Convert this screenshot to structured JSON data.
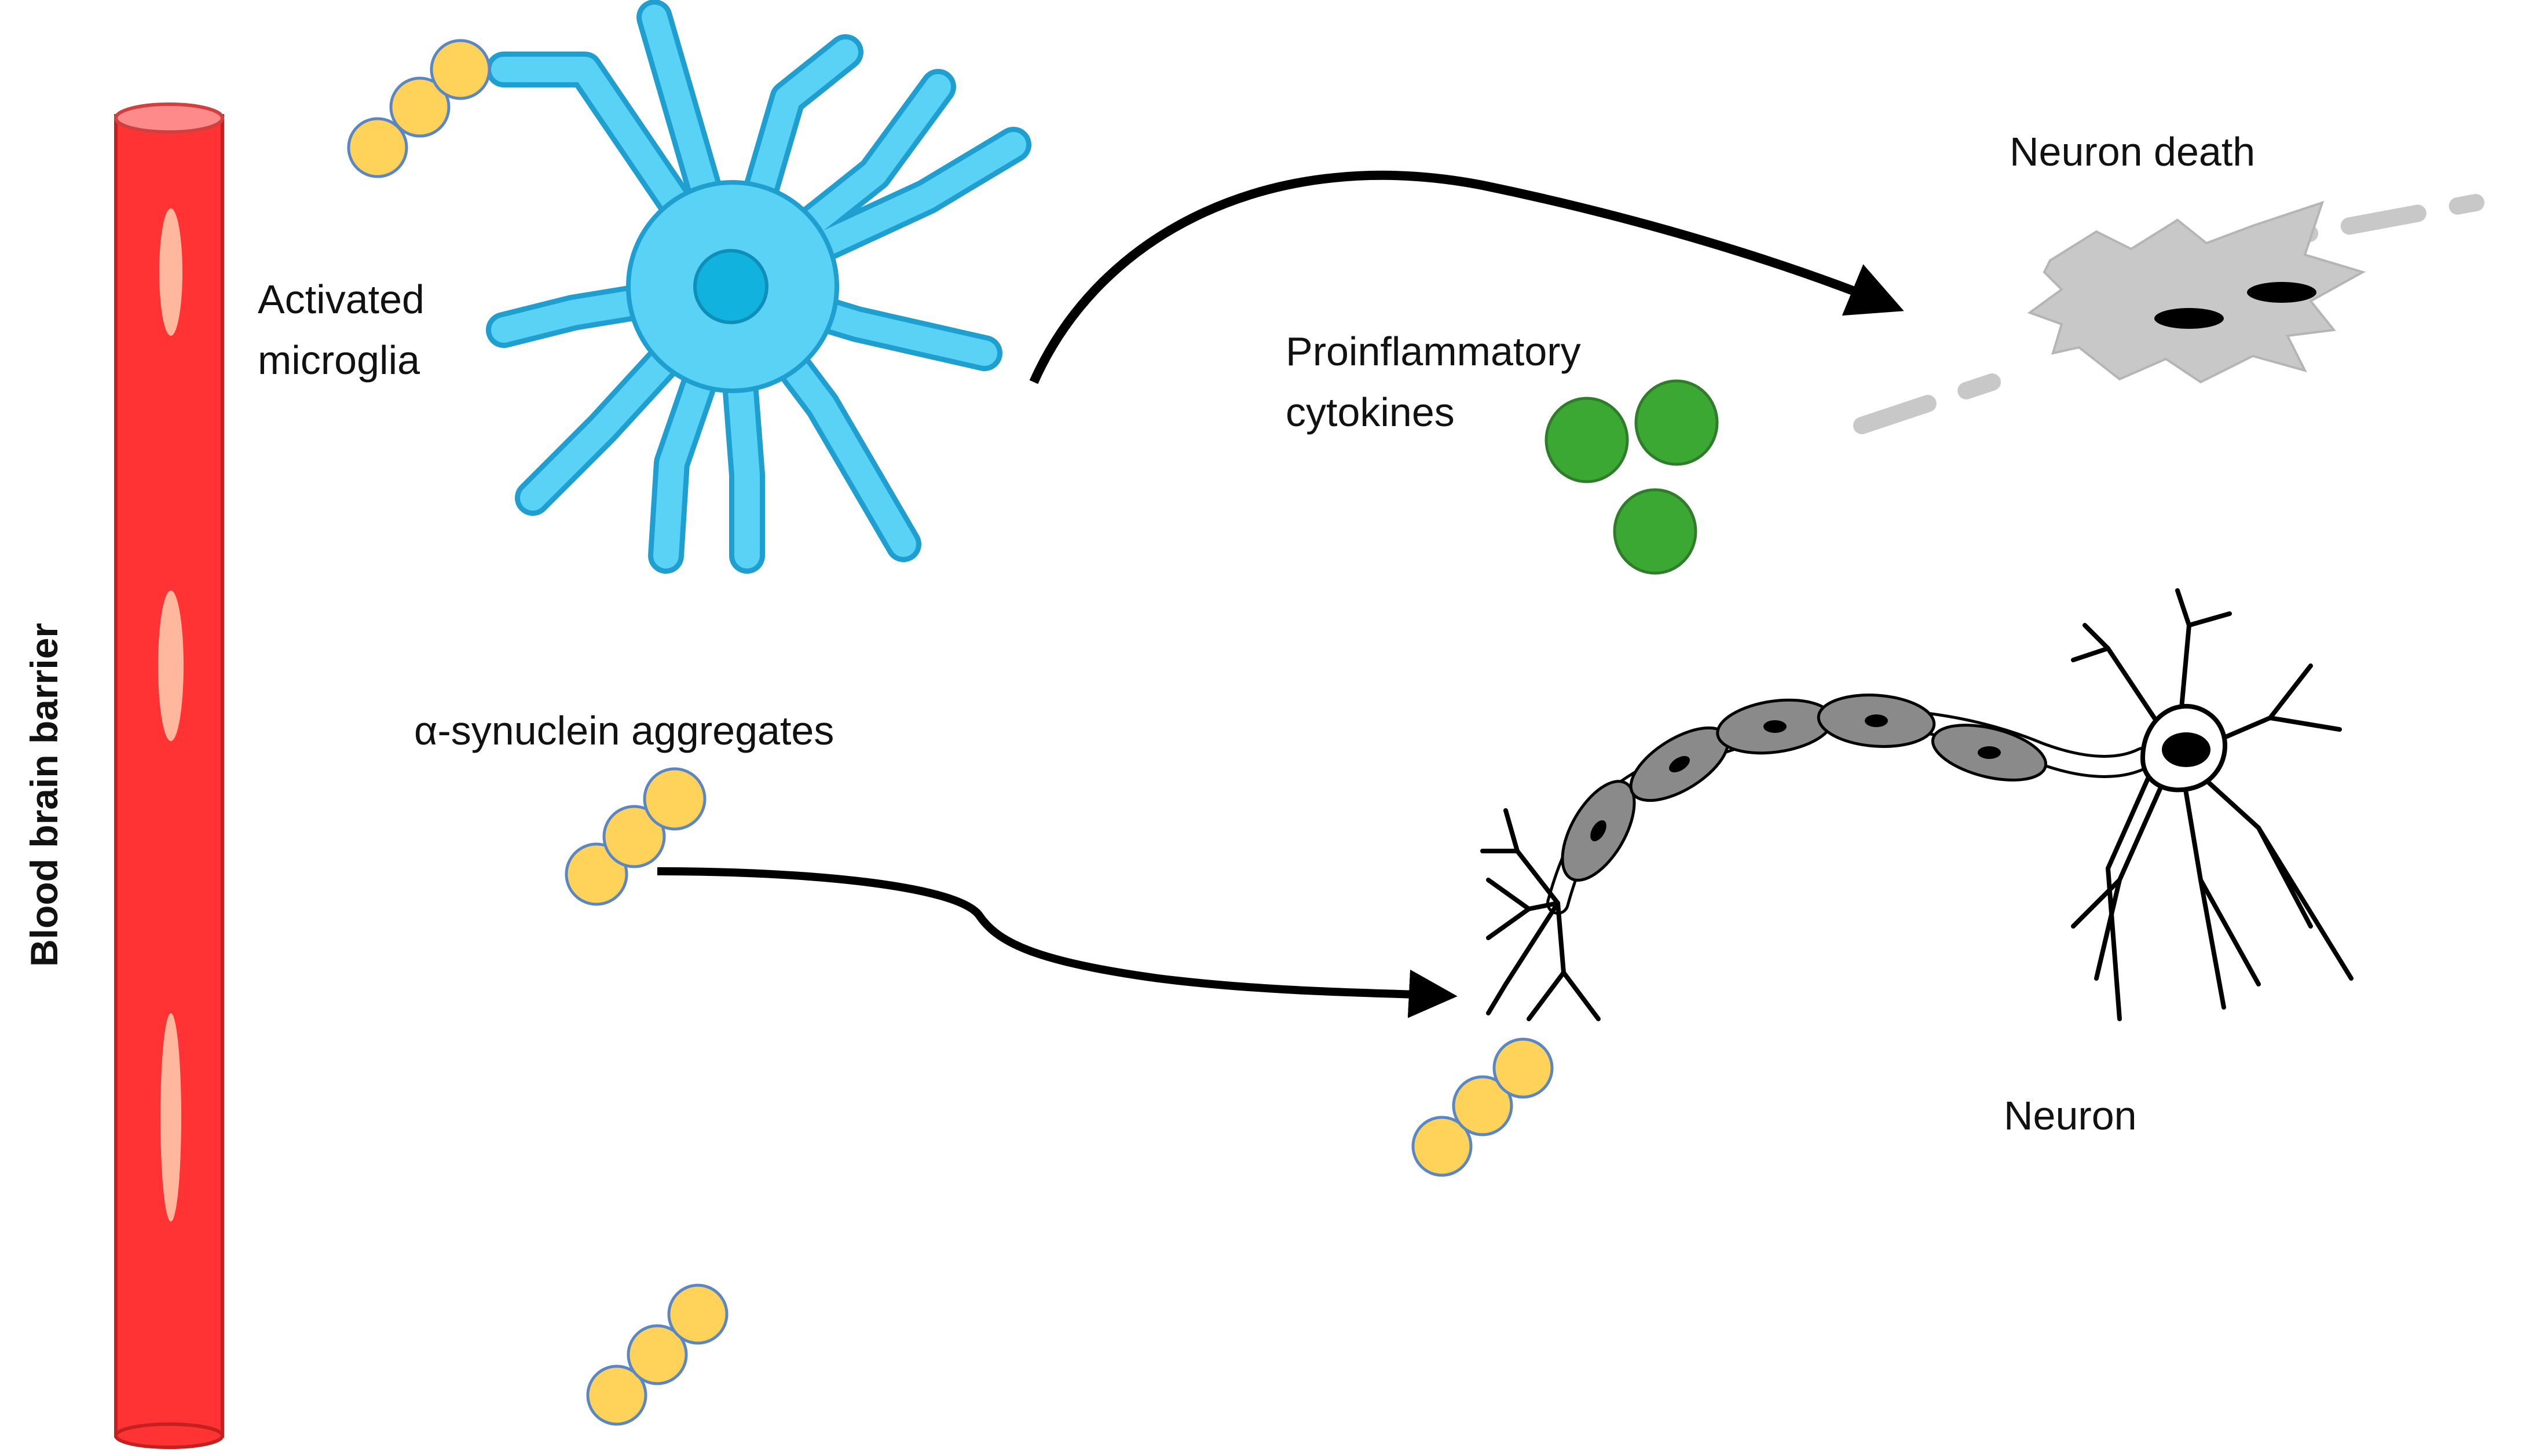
{
  "labels": {
    "blood_brain_barrier": "Blood brain barrier",
    "activated_microglia": "Activated\nmicroglia",
    "proinflammatory_cytokines": "Proinflammatory\ncytokines",
    "neuron_death": "Neuron death",
    "alpha_synuclein_aggregates": "α-synuclein aggregates",
    "neuron": "Neuron"
  },
  "colors": {
    "vessel": "#ff3333",
    "vessel_cap": "#ff8a8a",
    "microglia": "#5ad2f5",
    "microglia_outline": "#1e9fd0",
    "synuclein": "#ffd35a",
    "synuclein_outline": "#5b86c4",
    "cytokine": "#3aa832",
    "dead_neuron": "#c8c8c8",
    "myelin": "#8a8a8a",
    "arrow": "#000000"
  }
}
